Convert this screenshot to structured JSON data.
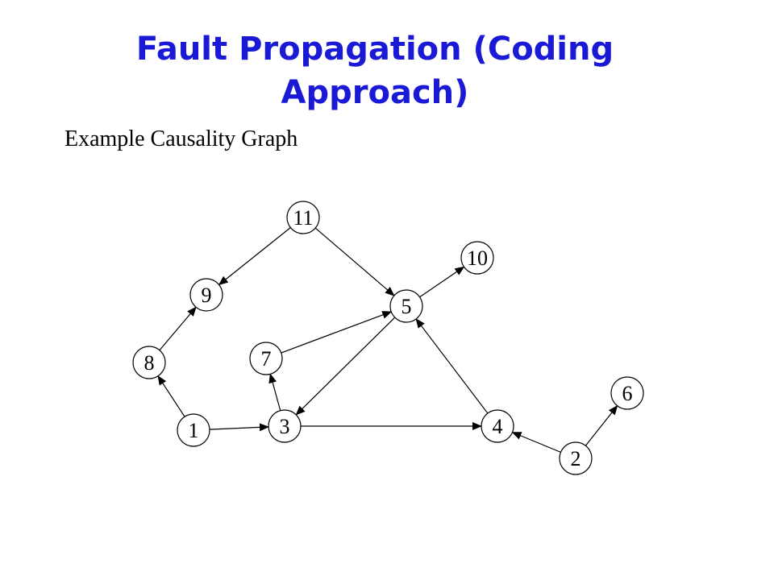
{
  "slide": {
    "title": "Fault Propagation (Coding Approach)",
    "subtitle": "Example Causality Graph"
  },
  "graph": {
    "nodes": [
      {
        "id": "1",
        "label": "1"
      },
      {
        "id": "2",
        "label": "2"
      },
      {
        "id": "3",
        "label": "3"
      },
      {
        "id": "4",
        "label": "4"
      },
      {
        "id": "5",
        "label": "5"
      },
      {
        "id": "6",
        "label": "6"
      },
      {
        "id": "7",
        "label": "7"
      },
      {
        "id": "8",
        "label": "8"
      },
      {
        "id": "9",
        "label": "9"
      },
      {
        "id": "10",
        "label": "10"
      },
      {
        "id": "11",
        "label": "11"
      }
    ],
    "edges": [
      {
        "from": "11",
        "to": "9"
      },
      {
        "from": "11",
        "to": "5"
      },
      {
        "from": "5",
        "to": "10"
      },
      {
        "from": "7",
        "to": "5"
      },
      {
        "from": "5",
        "to": "3"
      },
      {
        "from": "4",
        "to": "5"
      },
      {
        "from": "8",
        "to": "9"
      },
      {
        "from": "1",
        "to": "8"
      },
      {
        "from": "1",
        "to": "3"
      },
      {
        "from": "3",
        "to": "7"
      },
      {
        "from": "3",
        "to": "4"
      },
      {
        "from": "2",
        "to": "4"
      },
      {
        "from": "2",
        "to": "6"
      }
    ]
  },
  "colors": {
    "title": "#1a1ad6",
    "text": "#000000",
    "background": "#ffffff"
  }
}
